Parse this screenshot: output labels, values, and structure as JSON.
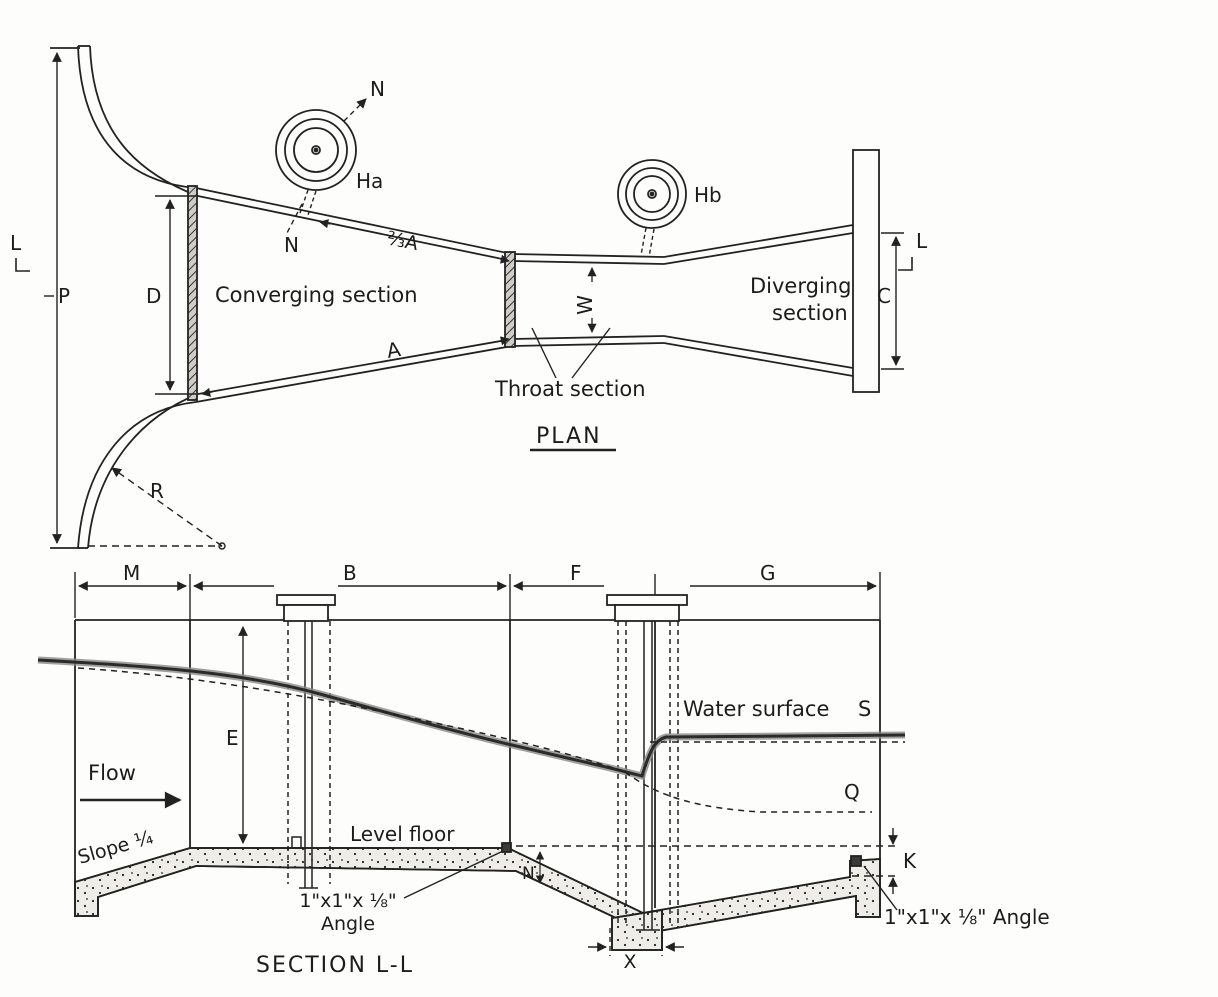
{
  "plan": {
    "title": "PLAN",
    "labels": {
      "P": "P",
      "L_left": "L",
      "L_right": "L",
      "D": "D",
      "R": "R",
      "C": "C",
      "W": "W",
      "A": "A",
      "two_thirds_A": "⅔A",
      "Ha": "Ha",
      "Hb": "Hb",
      "N_top": "N",
      "N_bottom": "N",
      "converging": "Converging section",
      "throat": "Throat section",
      "diverging1": "Diverging",
      "diverging2": "section"
    }
  },
  "section": {
    "title": "SECTION L-L",
    "labels": {
      "M": "M",
      "B": "B",
      "F": "F",
      "G": "G",
      "E": "E",
      "K": "K",
      "N": "N",
      "X": "X",
      "Q": "Q",
      "S": "S",
      "flow": "Flow",
      "slope": "Slope ¼",
      "level_floor": "Level floor",
      "water_surface": "Water surface",
      "angle1a": "1\"x1\"x ⅛\"",
      "angle1b": "Angle",
      "angle2": "1\"x1\"x ⅛\" Angle"
    }
  },
  "colors": {
    "ink": "#222222",
    "water_gray": "#8a8a8a",
    "concrete": "#efede7"
  }
}
